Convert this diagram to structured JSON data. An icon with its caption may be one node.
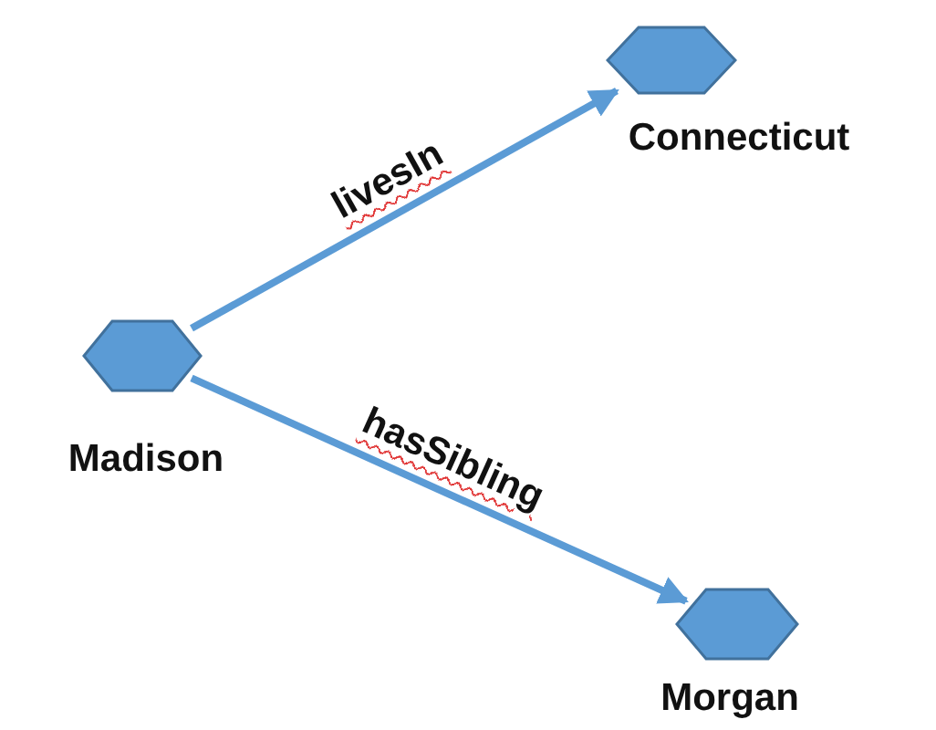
{
  "diagram": {
    "nodes": [
      {
        "text": [
          "Connecticut"
        ]
      },
      {
        "text": [
          "Madison"
        ]
      },
      {
        "text": [
          "Morgan"
        ]
      }
    ],
    "edges": [
      {
        "from": 1,
        "to": 0,
        "arrow": "to",
        "label": "livesIn"
      },
      {
        "from": 1,
        "to": 2,
        "arrow": "to",
        "label": "hasSibling"
      }
    ]
  }
}
